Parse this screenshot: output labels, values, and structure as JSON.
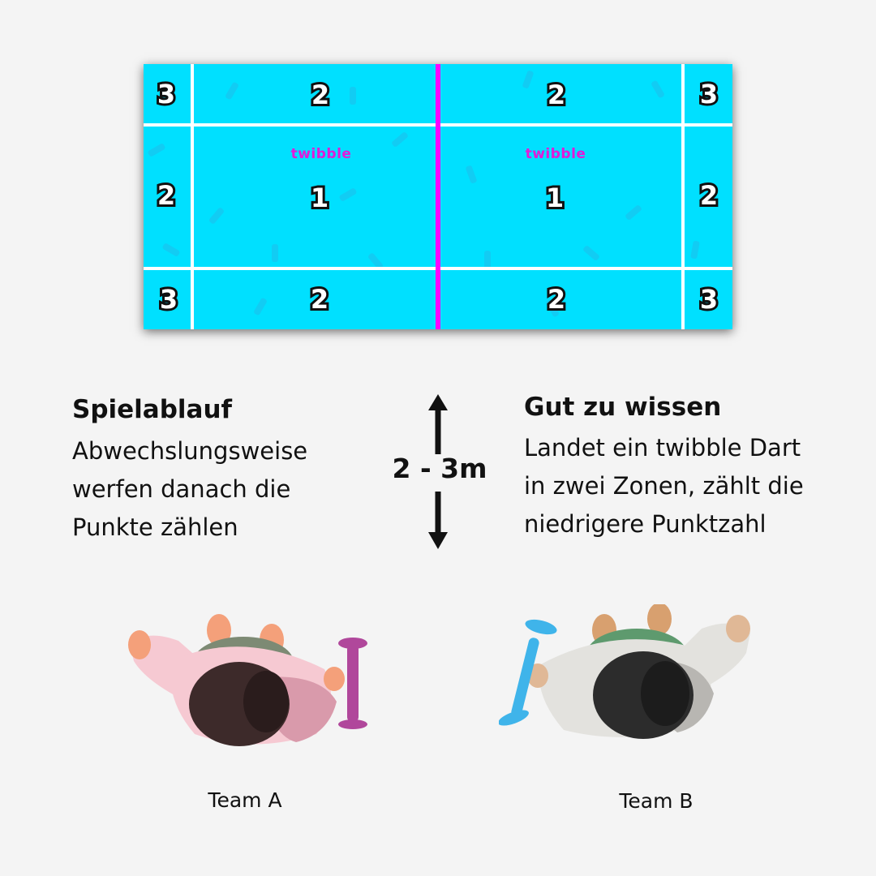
{
  "mat": {
    "logo_text": "twibble",
    "zones": {
      "row1": [
        "3",
        "2",
        "2",
        "3"
      ],
      "row2": [
        "2",
        "1",
        "1",
        "2"
      ],
      "row3": [
        "3",
        "2",
        "2",
        "3"
      ]
    },
    "colors": {
      "surface": "#00e0ff",
      "lines": "#ffffff",
      "center_line": "#ff00ff",
      "logo": "#e31ad8"
    }
  },
  "gameplay": {
    "title": "Spielablauf",
    "lines": [
      "Abwechslungsweise",
      "werfen danach die",
      "Punkte zählen"
    ]
  },
  "distance": {
    "label": "2 - 3m"
  },
  "tips": {
    "title": "Gut zu wissen",
    "lines": [
      "Landet ein twibble Dart",
      "in zwei Zonen, zählt die",
      "niedrigere Punktzahl"
    ]
  },
  "teams": [
    {
      "label": "Team A",
      "dart_color": "#b0479b"
    },
    {
      "label": "Team B",
      "dart_color": "#3fb4ea"
    }
  ]
}
